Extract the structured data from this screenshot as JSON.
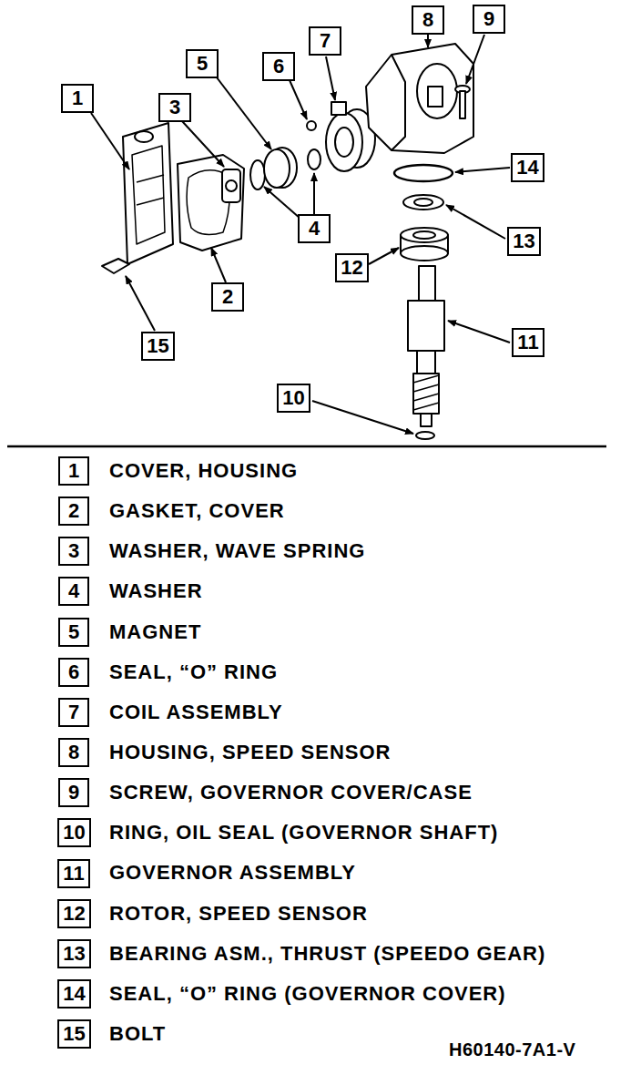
{
  "diagram": {
    "nodes": [
      {
        "text": [
          "8"
        ]
      },
      {
        "text": [
          "9"
        ]
      },
      {
        "text": [
          "7"
        ]
      },
      {
        "text": [
          "5"
        ]
      },
      {
        "text": [
          "6"
        ]
      },
      {
        "text": [
          "1"
        ]
      },
      {
        "text": [
          "3"
        ]
      },
      {
        "text": [
          "14"
        ]
      },
      {
        "text": [
          "4"
        ]
      },
      {
        "text": [
          "13"
        ]
      },
      {
        "text": [
          "12"
        ]
      },
      {
        "text": [
          "2"
        ]
      },
      {
        "text": [
          "11"
        ]
      },
      {
        "text": [
          "15"
        ]
      },
      {
        "text": [
          "10"
        ]
      },
      {
        "text": [
          "1"
        ]
      },
      {
        "text": [
          "2"
        ]
      },
      {
        "text": [
          "3"
        ]
      },
      {
        "text": [
          "4"
        ]
      },
      {
        "text": [
          "5"
        ]
      },
      {
        "text": [
          "6"
        ]
      },
      {
        "text": [
          "7"
        ]
      },
      {
        "text": [
          "8"
        ]
      },
      {
        "text": [
          "9"
        ]
      },
      {
        "text": [
          "10"
        ]
      },
      {
        "text": [
          "11"
        ]
      },
      {
        "text": [
          "12"
        ]
      },
      {
        "text": [
          "13"
        ]
      },
      {
        "text": [
          "14"
        ]
      },
      {
        "text": [
          "15"
        ]
      }
    ],
    "labels": [
      "COVER, HOUSING",
      "GASKET, COVER",
      "WASHER, WAVE SPRING",
      "WASHER",
      "MAGNET",
      "SEAL, “O” RING",
      "COIL ASSEMBLY",
      "HOUSING, SPEED SENSOR",
      "SCREW, GOVERNOR COVER/CASE",
      "RING, OIL SEAL (GOVERNOR SHAFT)",
      "GOVERNOR ASSEMBLY",
      "ROTOR, SPEED SENSOR",
      "BEARING ASM., THRUST (SPEEDO GEAR)",
      "SEAL, “O” RING (GOVERNOR COVER)",
      "BOLT",
      "H60140-7A1-V"
    ]
  }
}
